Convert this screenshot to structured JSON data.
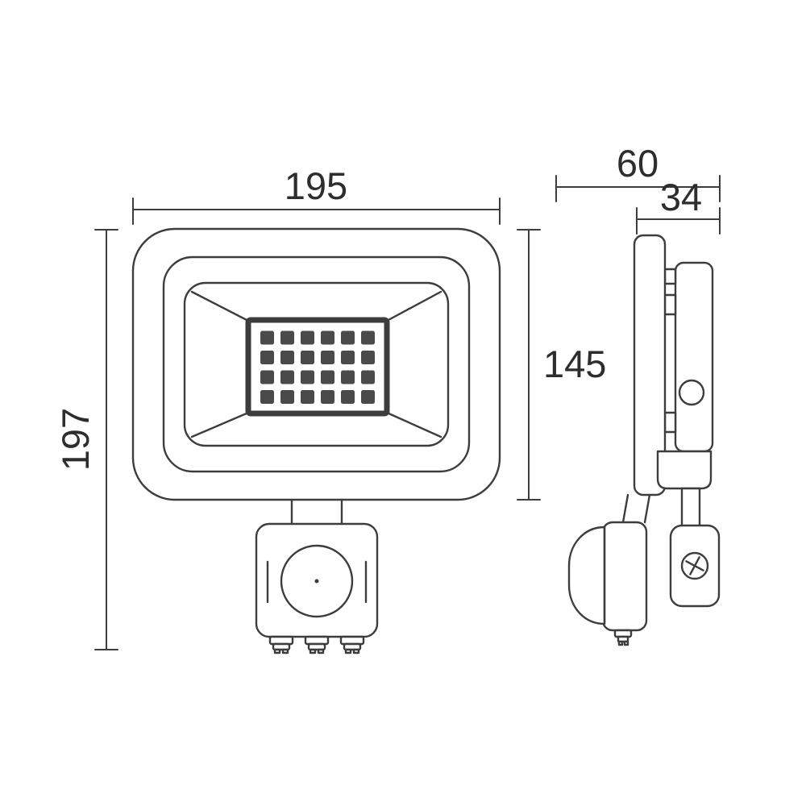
{
  "drawing": {
    "subject": "LED floodlight with PIR motion sensor - technical dimension drawing",
    "views": [
      "front",
      "side"
    ]
  },
  "dimensions": {
    "front_width": "195",
    "front_body_height": "145",
    "front_total_height": "197",
    "side_total_depth": "60",
    "side_body_depth": "34"
  },
  "front_view": {
    "led_panel": {
      "rows": 4,
      "cols": 6,
      "led_count": 24,
      "led_color": "#4a4a4a"
    },
    "cable_glands": 3
  },
  "colors": {
    "line": "#3d3d3d",
    "text": "#2d2d2d",
    "background": "#ffffff"
  }
}
